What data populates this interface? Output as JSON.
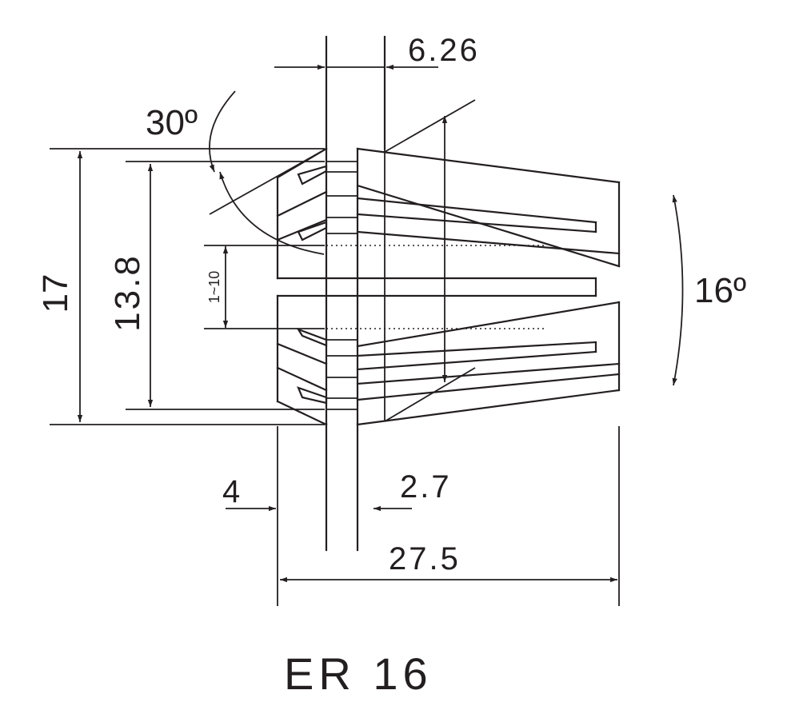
{
  "title": "ER 16",
  "dimensions": {
    "top_width": "6.26",
    "chamfer_angle": "30º",
    "outer_diameter": "17",
    "inner_diameter": "13.8",
    "clamping_range": "1~10",
    "taper_angle": "16º",
    "left_offset": "4",
    "slot_width": "2.7",
    "total_length": "27.5"
  },
  "colors": {
    "ink": "#231f20",
    "background": "#ffffff"
  }
}
